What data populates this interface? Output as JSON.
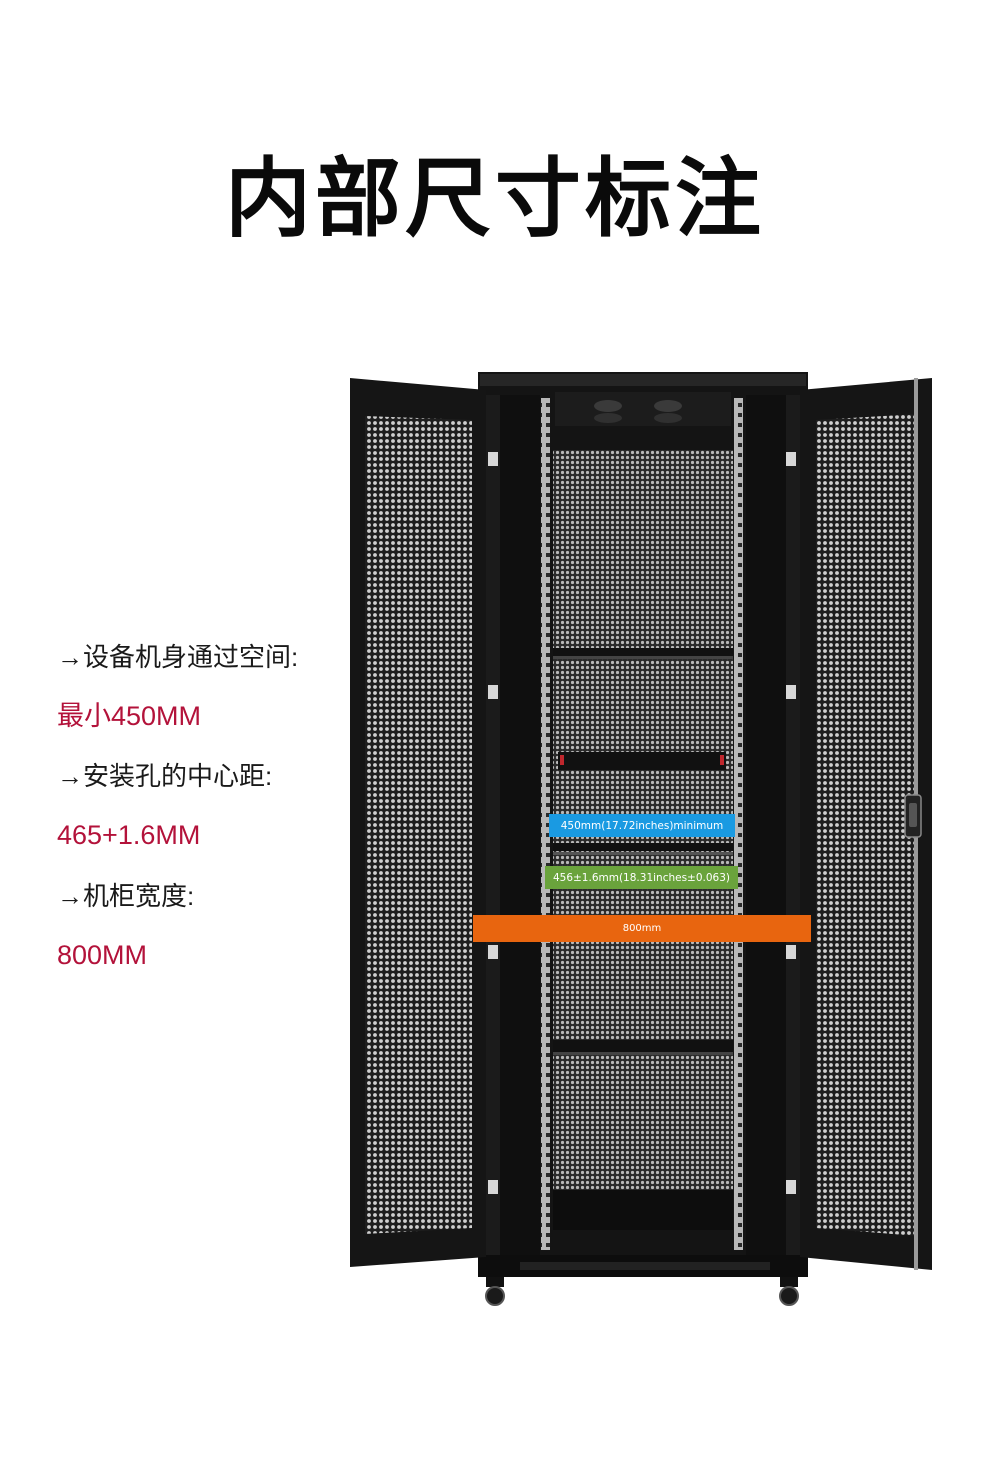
{
  "title": "内部尺寸标注",
  "specs": [
    {
      "label": "→设备机身通过空间:",
      "value": "最小450MM"
    },
    {
      "label": "→安装孔的中心距:",
      "value": "465+1.6MM"
    },
    {
      "label": "→机柜宽度:",
      "value": "800MM"
    }
  ],
  "dimensions": {
    "clearance": "450mm(17.72inches)minimum",
    "hole_center": "456±1.6mm(18.31inches±0.063)",
    "width": "800mm"
  },
  "colors": {
    "value_red": "#b3123a",
    "dim_blue": "#1a9ae2",
    "dim_green": "#6aa33c",
    "dim_orange": "#e8650f",
    "cabinet_black": "#141414"
  }
}
